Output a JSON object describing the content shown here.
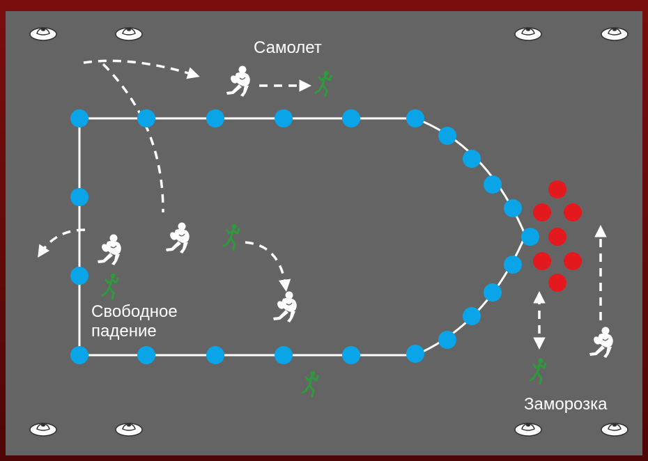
{
  "labels": {
    "airplane": "Самолет",
    "free_fall": "Свободное\nпадение",
    "freeze": "Заморозка"
  },
  "colors": {
    "background_outer": "#6a0a0a",
    "field": "#646464",
    "boundary_marker": "#0aa5e8",
    "freeze_marker": "#e3191e",
    "attacker": "#ffffff",
    "runner": "#2f9a3c",
    "line": "#ffffff"
  },
  "icons": {
    "cone": "cone-icon",
    "attacker": "rugby-player-icon",
    "runner": "running-figure-icon"
  }
}
